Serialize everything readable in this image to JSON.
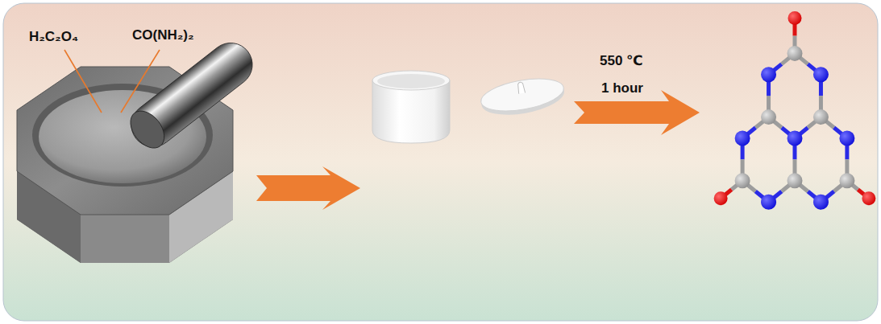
{
  "diagram": {
    "labels": [
      "H₂C₂O₄",
      "CO(NH₂)₂",
      "550 ℃",
      "1 hour"
    ]
  }
}
